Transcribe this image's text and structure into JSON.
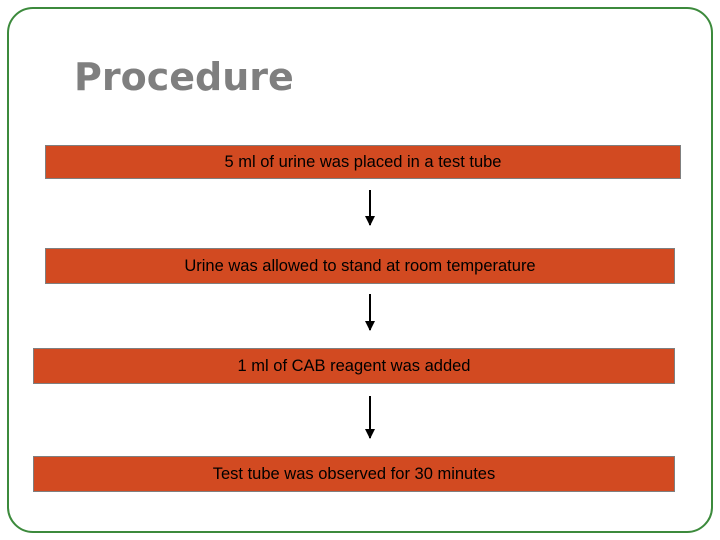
{
  "slide": {
    "title": "Procedure",
    "border_color": "#3c8a3c",
    "title_color": "#7f7f7f",
    "box_color": "#d24a21",
    "box_border_color": "#7f7f7f",
    "arrow_color": "#000000"
  },
  "flowchart": {
    "type": "flow",
    "steps": [
      {
        "label": "5 ml of urine was placed in a test tube"
      },
      {
        "label": "Urine was allowed to stand at room temperature"
      },
      {
        "label": "1 ml of CAB reagent was added"
      },
      {
        "label": "Test tube was observed for 30 minutes"
      }
    ]
  }
}
